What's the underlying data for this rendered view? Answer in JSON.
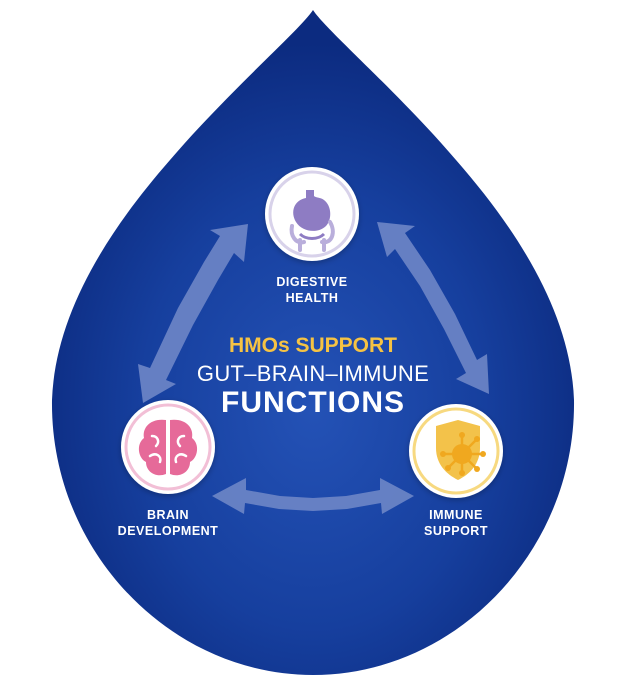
{
  "center": {
    "line1": "HMOs SUPPORT",
    "line2": "GUT–BRAIN–IMMUNE",
    "line3": "FUNCTIONS"
  },
  "nodes": {
    "digestive": {
      "label_line1": "DIGESTIVE",
      "label_line2": "HEALTH",
      "icon": "stomach-icon",
      "ring_color": "#d8d2ea",
      "icon_color": "#8e7cc3"
    },
    "brain": {
      "label_line1": "BRAIN",
      "label_line2": "DEVELOPMENT",
      "icon": "brain-icon",
      "ring_color": "#f2bfd6",
      "icon_color": "#e66a99"
    },
    "immune": {
      "label_line1": "IMMUNE",
      "label_line2": "SUPPORT",
      "icon": "shield-virus-icon",
      "ring_color": "#f7d980",
      "icon_color": "#f0b429"
    }
  },
  "colors": {
    "drop_dark": "#0c2b80",
    "drop_light": "#1f4fb8",
    "accent_yellow": "#f6c343",
    "arrow": "#6e86c7"
  }
}
